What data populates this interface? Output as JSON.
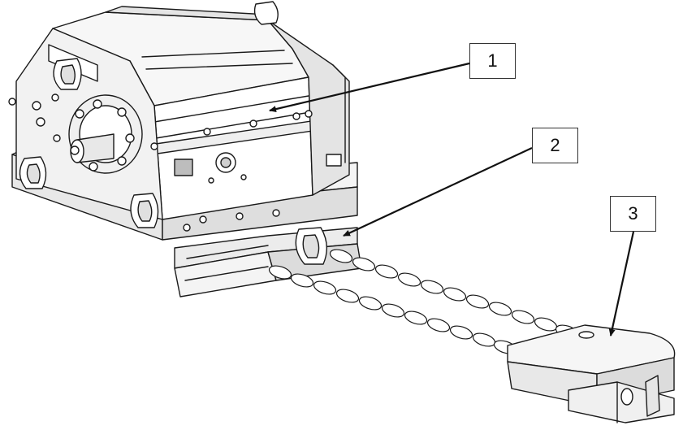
{
  "callouts": [
    {
      "label": "1"
    },
    {
      "label": "2"
    },
    {
      "label": "3"
    }
  ],
  "colors": {
    "line": "#1a1a1a",
    "fill": "#ffffff",
    "shade": "#e6e6e6",
    "dark": "#8c8c8c"
  }
}
